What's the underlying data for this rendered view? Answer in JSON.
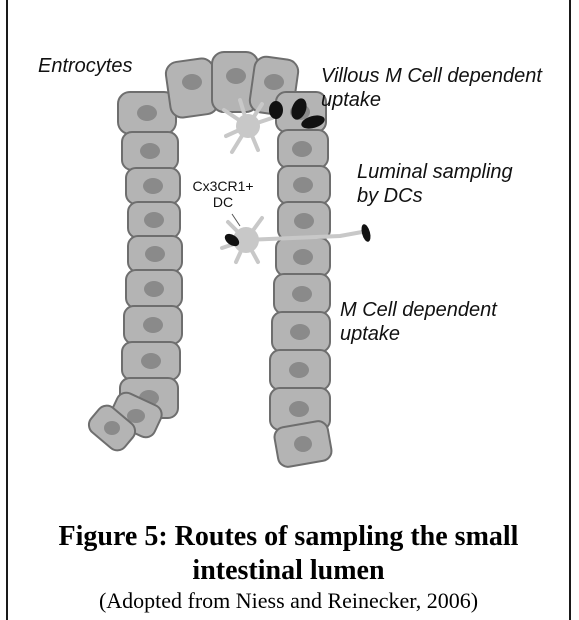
{
  "labels": {
    "enterocytes": "Entrocytes",
    "villous_m_cell_line1": "Villous M Cell dependent",
    "villous_m_cell_line2": "uptake",
    "luminal_line1": "Luminal sampling",
    "luminal_line2": "by DCs",
    "dc_line1": "Cx3CR1+",
    "dc_line2": "DC",
    "m_cell_line1": "M Cell dependent",
    "m_cell_line2": "uptake"
  },
  "caption": {
    "title_line1": "Figure 5: Routes of sampling the small",
    "title_line2": "intestinal lumen",
    "source": "(Adopted from Niess and Reinecker, 2006)"
  },
  "colors": {
    "cell_fill": "#b4b4b4",
    "cell_stroke": "#6e6e6e",
    "nucleus": "#8a8a8a",
    "dc_fill": "#c8c8c8",
    "antigen": "#111111",
    "frame": "#1a1a1a"
  }
}
